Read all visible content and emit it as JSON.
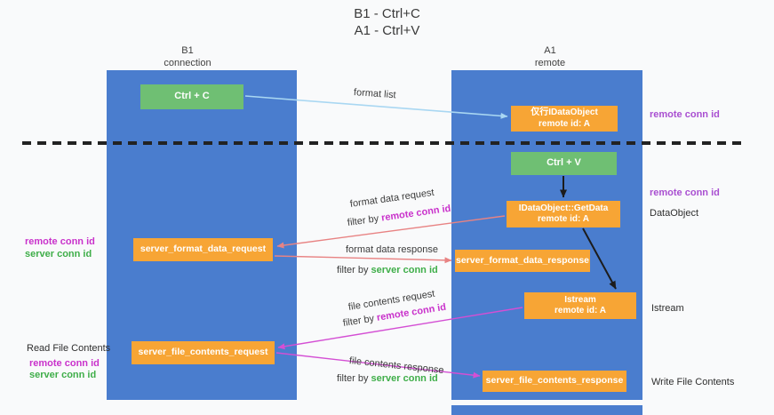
{
  "title": {
    "line1": "B1 - Ctrl+C",
    "line2": "A1 - Ctrl+V"
  },
  "lifelines": {
    "left": {
      "name": "B1",
      "role": "connection"
    },
    "right": {
      "name": "A1",
      "role": "remote"
    }
  },
  "nodes": {
    "ctrl_c": {
      "label": "Ctrl + C"
    },
    "ctrl_v": {
      "label": "Ctrl + V"
    },
    "idataobject": {
      "line1": "仅行IDataObject",
      "line2": "remote id: A"
    },
    "getdata": {
      "line1": "IDataObject::GetData",
      "line2": "remote id: A"
    },
    "istream": {
      "line1": "Istream",
      "line2": "remote id: A"
    },
    "server_format_data_request": {
      "label": "server_format_data_request"
    },
    "server_format_data_response": {
      "label": "server_format_data_response"
    },
    "server_file_contents_request": {
      "label": "server_file_contents_request"
    },
    "server_file_contents_response": {
      "label": "server_file_contents_response"
    }
  },
  "labels": {
    "format_list": "format list",
    "format_data_request": "format data request",
    "format_data_response": "format data response",
    "file_contents_request": "file contents request",
    "file_contents_response": "file contents response",
    "filter_by": "filter by",
    "remote_conn_id": "remote conn id",
    "server_conn_id": "server conn id",
    "dataobject": "DataObject",
    "istream": "Istream",
    "read_file_contents": "Read File Contents",
    "write_file_contents": "Write File Contents"
  },
  "colors": {
    "bg": "#f9fafb",
    "column_blue": "#4a7dce",
    "box_orange": "#f7a535",
    "box_green": "#6fbf73",
    "magenta_text": "#c932cb",
    "green_text": "#3fae49",
    "purple_text": "#a94fd1",
    "arrow_blue": "#a9d7f2",
    "arrow_salmon": "#e88383",
    "arrow_magenta": "#d44fd4",
    "arrow_black": "#1c1c1c"
  }
}
